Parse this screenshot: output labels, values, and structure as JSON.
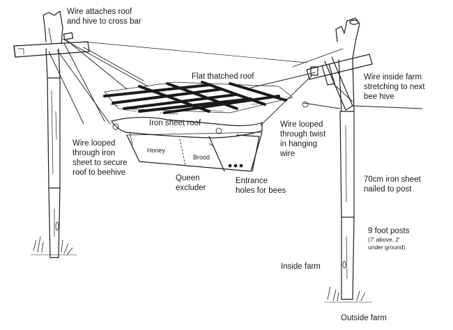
{
  "labels": {
    "wire_attaches": [
      "Wire attaches roof",
      "and hive to cross bar"
    ],
    "flat_roof": "Flat thatched roof",
    "wire_inside": [
      "Wire inside farm",
      "stretching to next",
      "bee hive"
    ],
    "iron_roof": "Iron sheet roof",
    "wire_looped_twist": [
      "Wire looped",
      "through twist",
      "in hanging",
      "wire"
    ],
    "wire_looped_iron": [
      "Wire looped",
      "through iron",
      "sheet to secure",
      "roof to beehive"
    ],
    "honey": "Honey",
    "brood": "Brood",
    "queen_excluder": [
      "Queen",
      "excluder"
    ],
    "entrance": [
      "Entrance",
      "holes for bees"
    ],
    "iron_sheet_post": [
      "70cm iron sheet",
      "nailed to post"
    ],
    "posts": [
      "9 foot posts",
      "(7' above, 2'",
      "under ground)"
    ],
    "inside_farm": "Inside farm",
    "outside_farm": "Outside farm"
  },
  "colors": {
    "ink": "#1a1a1a",
    "paper": "#ffffff"
  }
}
